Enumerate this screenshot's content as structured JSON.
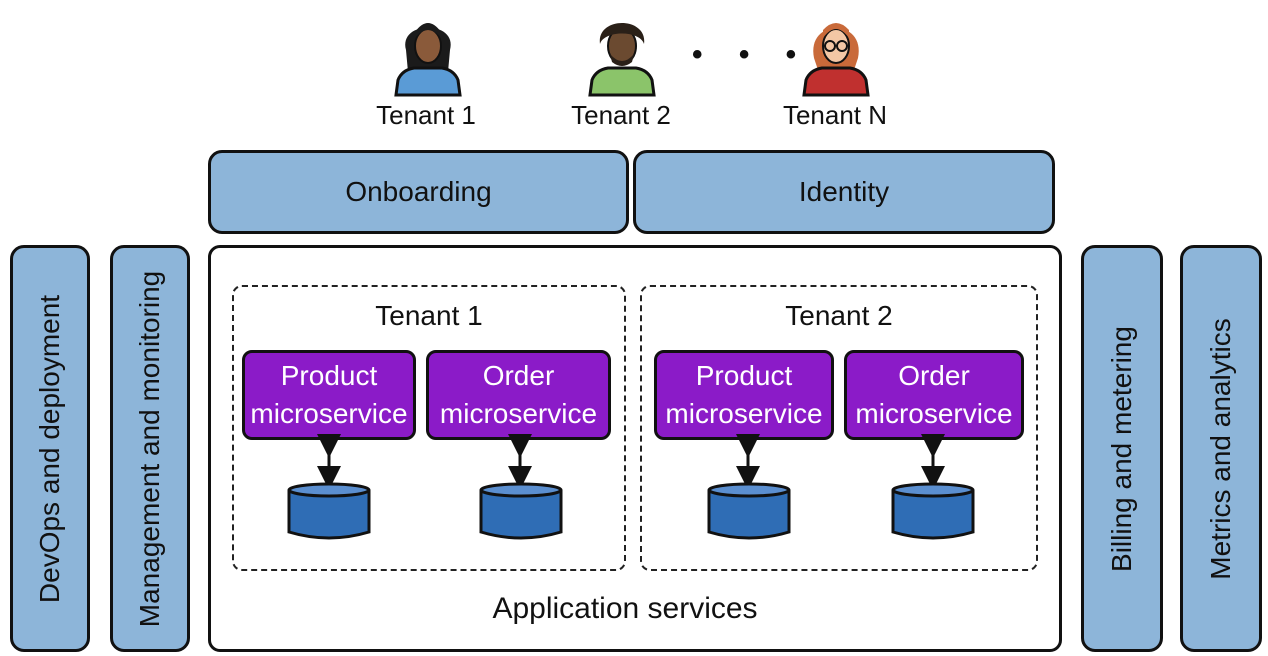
{
  "tenants_top": [
    "Tenant 1",
    "Tenant 2",
    "Tenant N"
  ],
  "ellipsis": "• • •",
  "top_bar": {
    "onboarding": "Onboarding",
    "identity": "Identity"
  },
  "left_bars": [
    "DevOps and deployment",
    "Management and monitoring"
  ],
  "right_bars": [
    "Billing and metering",
    "Metrics and analytics"
  ],
  "app_services": {
    "title": "Application services",
    "tenants": [
      {
        "label": "Tenant 1",
        "services": [
          {
            "line1": "Product",
            "line2": "microservice"
          },
          {
            "line1": "Order",
            "line2": "microservice"
          }
        ]
      },
      {
        "label": "Tenant 2",
        "services": [
          {
            "line1": "Product",
            "line2": "microservice"
          },
          {
            "line1": "Order",
            "line2": "microservice"
          }
        ]
      }
    ]
  },
  "colors": {
    "blue_box": "#8db5d9",
    "service": "#8b1bc8",
    "database": "#2f6db5"
  }
}
